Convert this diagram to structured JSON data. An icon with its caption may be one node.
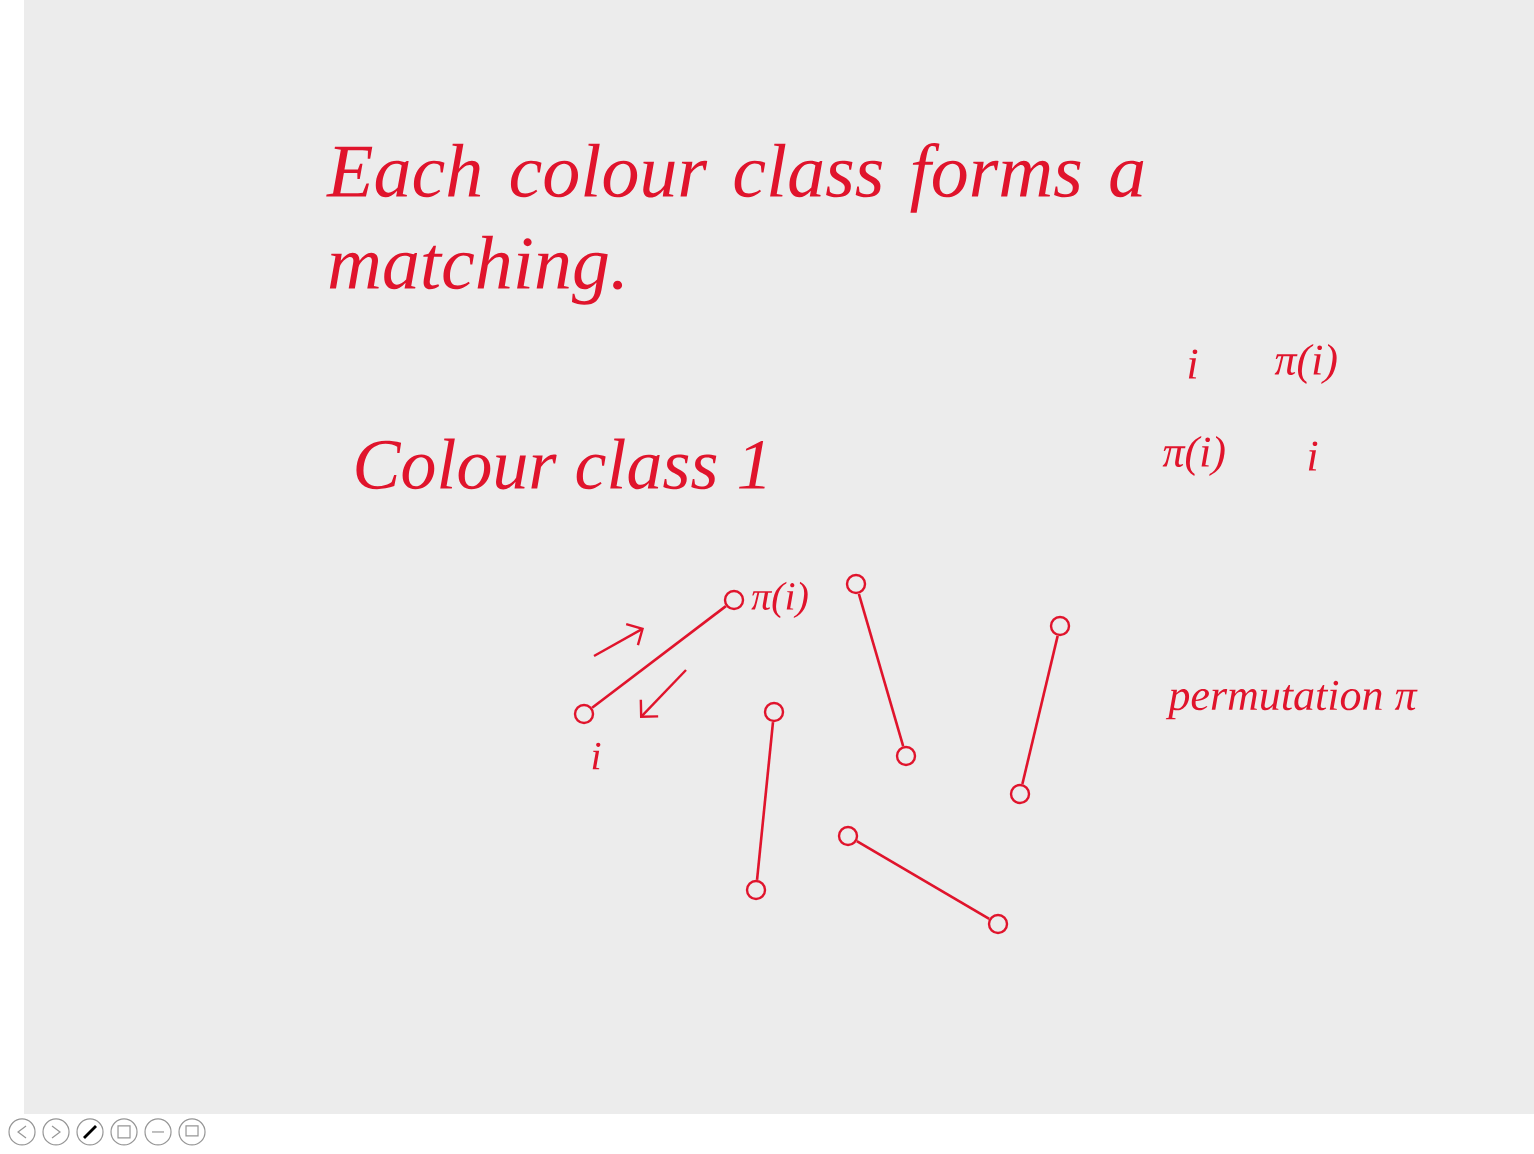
{
  "diagram": {
    "title": "Each colour class forms a matching.",
    "nodes": [
      {
        "text": [],
        "shape": "circle",
        "beside": [
          "i"
        ]
      },
      {
        "text": [],
        "shape": "circle",
        "beside": [
          "π(i)"
        ]
      },
      {
        "text": [],
        "shape": "circle"
      },
      {
        "text": [],
        "shape": "circle"
      },
      {
        "text": [],
        "shape": "circle"
      },
      {
        "text": [],
        "shape": "circle"
      },
      {
        "text": [],
        "shape": "circle"
      },
      {
        "text": [],
        "shape": "circle"
      },
      {
        "text": [],
        "shape": "circle"
      },
      {
        "text": [],
        "shape": "circle"
      }
    ],
    "edges": [
      {
        "from": 0,
        "to": 1,
        "arrow": "none"
      },
      {
        "from": 2,
        "to": 3,
        "arrow": "none"
      },
      {
        "from": 4,
        "to": 5,
        "arrow": "none"
      },
      {
        "from": 6,
        "to": 7,
        "arrow": "none"
      },
      {
        "from": 8,
        "to": 9,
        "arrow": "none"
      }
    ],
    "labels": [
      "Colour class 1",
      "i",
      "π(i)",
      "π(i)",
      "i",
      "permutation π"
    ]
  }
}
